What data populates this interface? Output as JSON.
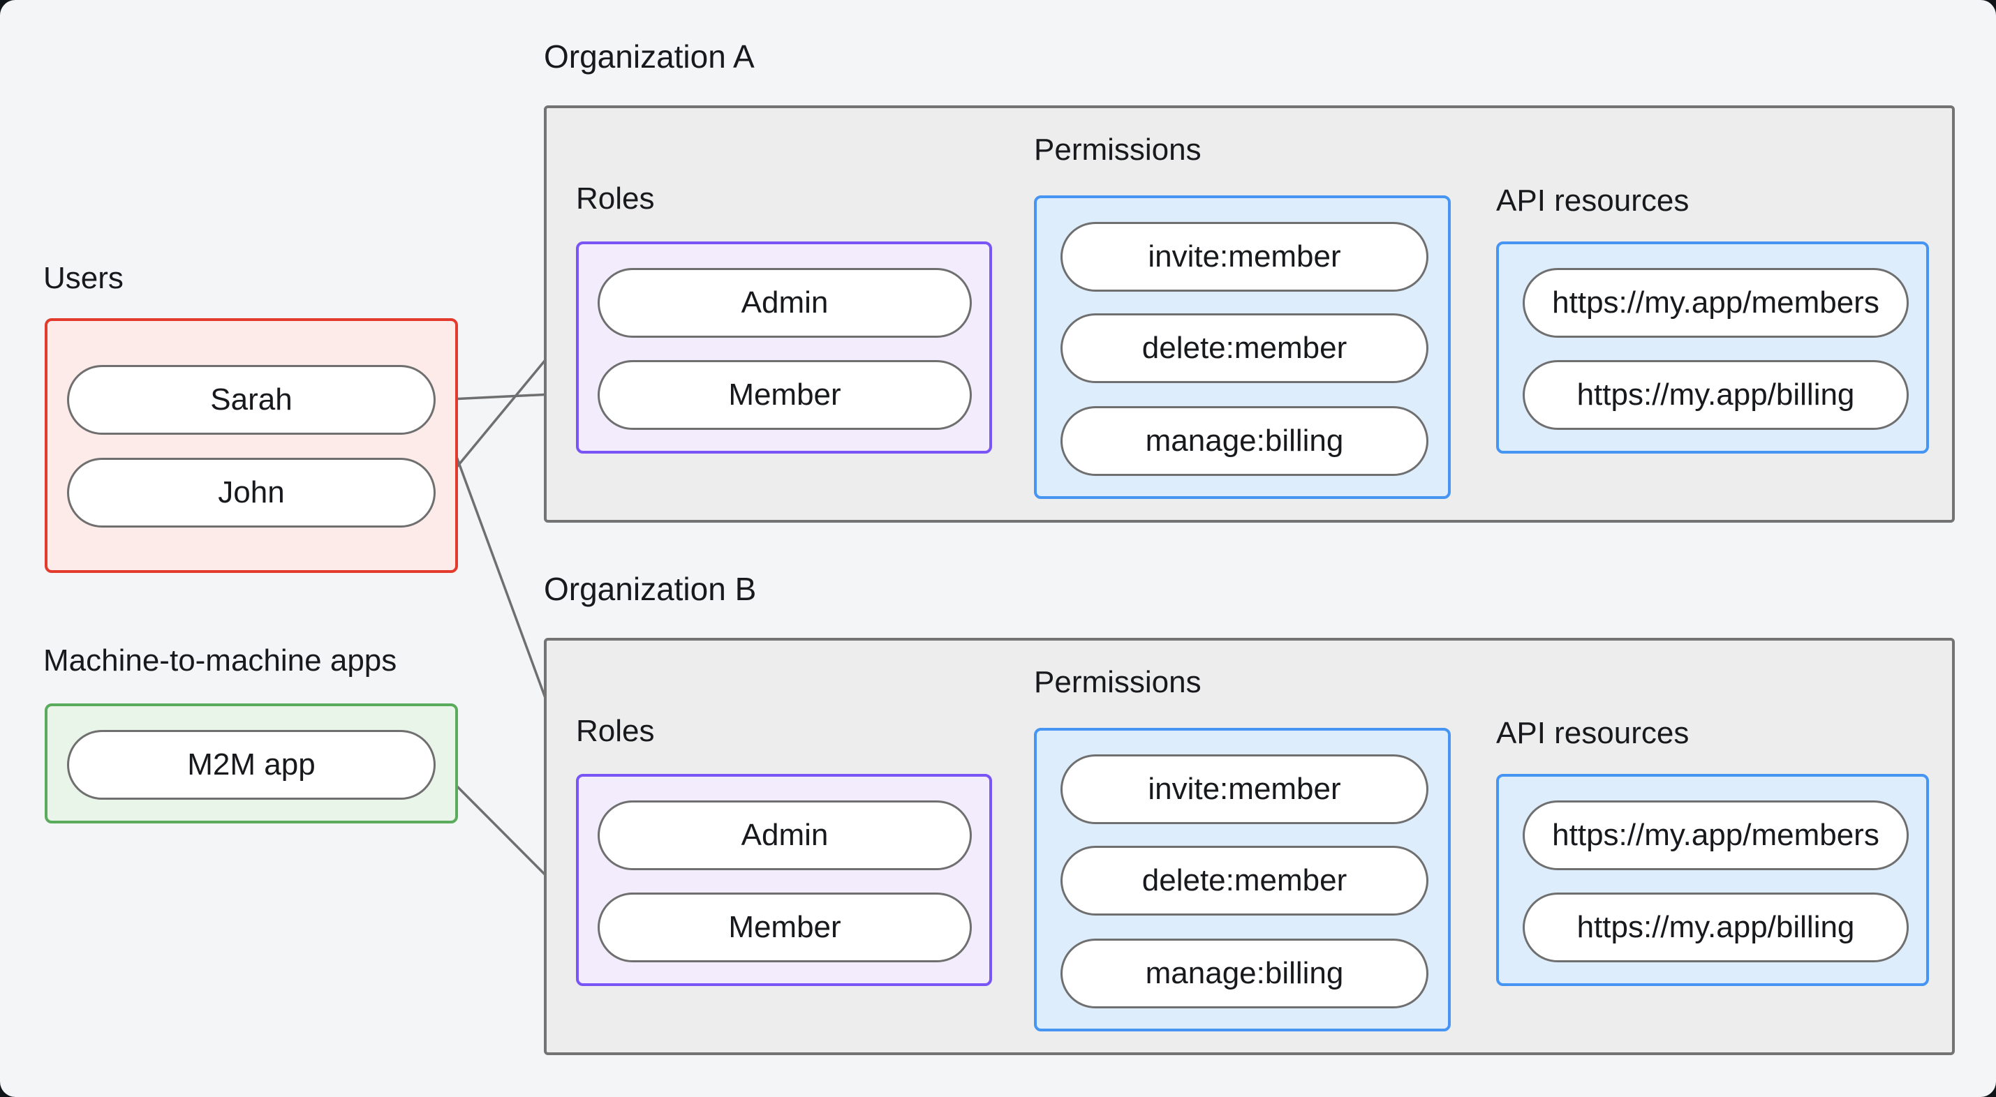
{
  "colors": {
    "page_bg": "#f3f5f6",
    "org_fill": "#ededee",
    "org_border": "#737373",
    "users_fill": "#fcebe9",
    "users_border": "#e23b2e",
    "m2m_fill": "#e9f5e9",
    "m2m_border": "#5aac5c",
    "roles_fill": "#f2ecfd",
    "roles_border": "#7a55f5",
    "permissions_fill": "#ddedfb",
    "permissions_border": "#4695f2",
    "pill_fill": "#ffffff",
    "pill_border": "#6f6f6f",
    "edge": "#6f6f6f",
    "text": "#17191c"
  },
  "users": {
    "label": "Users",
    "items": [
      {
        "id": "sarah",
        "label": "Sarah"
      },
      {
        "id": "john",
        "label": "John"
      }
    ]
  },
  "m2m": {
    "label": "Machine-to-machine apps",
    "items": [
      {
        "id": "m2m",
        "label": "M2M app"
      }
    ]
  },
  "orgs": [
    {
      "title": "Organization A",
      "roles_label": "Roles",
      "permissions_label": "Permissions",
      "api_label": "API resources",
      "roles": [
        {
          "id": "orgA-admin",
          "label": "Admin"
        },
        {
          "id": "orgA-member",
          "label": "Member"
        }
      ],
      "permissions": [
        {
          "id": "orgA-invite",
          "label": "invite:member"
        },
        {
          "id": "orgA-delete",
          "label": "delete:member"
        },
        {
          "id": "orgA-manage",
          "label": "manage:billing"
        }
      ],
      "apis": [
        {
          "id": "orgA-members",
          "label": "https://my.app/members"
        },
        {
          "id": "orgA-billing",
          "label": "https://my.app/billing"
        }
      ]
    },
    {
      "title": "Organization B",
      "roles_label": "Roles",
      "permissions_label": "Permissions",
      "api_label": "API resources",
      "roles": [
        {
          "id": "orgB-admin",
          "label": "Admin"
        },
        {
          "id": "orgB-member",
          "label": "Member"
        }
      ],
      "permissions": [
        {
          "id": "orgB-invite",
          "label": "invite:member"
        },
        {
          "id": "orgB-delete",
          "label": "delete:member"
        },
        {
          "id": "orgB-manage",
          "label": "manage:billing"
        }
      ],
      "apis": [
        {
          "id": "orgB-members",
          "label": "https://my.app/members"
        },
        {
          "id": "orgB-billing",
          "label": "https://my.app/billing"
        }
      ]
    }
  ],
  "edges": [
    {
      "from": "sarah",
      "to": "orgA-member"
    },
    {
      "from": "john",
      "to": "orgA-admin"
    },
    {
      "from": "sarah",
      "to": "orgB-admin"
    },
    {
      "from": "m2m",
      "to": "orgB-member"
    },
    {
      "from": "orgA-admin",
      "to": "orgA-invite"
    },
    {
      "from": "orgA-admin",
      "to": "orgA-delete"
    },
    {
      "from": "orgA-member",
      "to": "orgA-manage"
    },
    {
      "from": "orgA-invite",
      "to": "orgA-members"
    },
    {
      "from": "orgA-delete",
      "to": "orgA-members"
    },
    {
      "from": "orgA-manage",
      "to": "orgA-billing"
    },
    {
      "from": "orgB-admin",
      "to": "orgB-invite"
    },
    {
      "from": "orgB-admin",
      "to": "orgB-delete"
    },
    {
      "from": "orgB-member",
      "to": "orgB-manage"
    },
    {
      "from": "orgB-invite",
      "to": "orgB-members"
    },
    {
      "from": "orgB-delete",
      "to": "orgB-members"
    },
    {
      "from": "orgB-manage",
      "to": "orgB-billing"
    }
  ]
}
